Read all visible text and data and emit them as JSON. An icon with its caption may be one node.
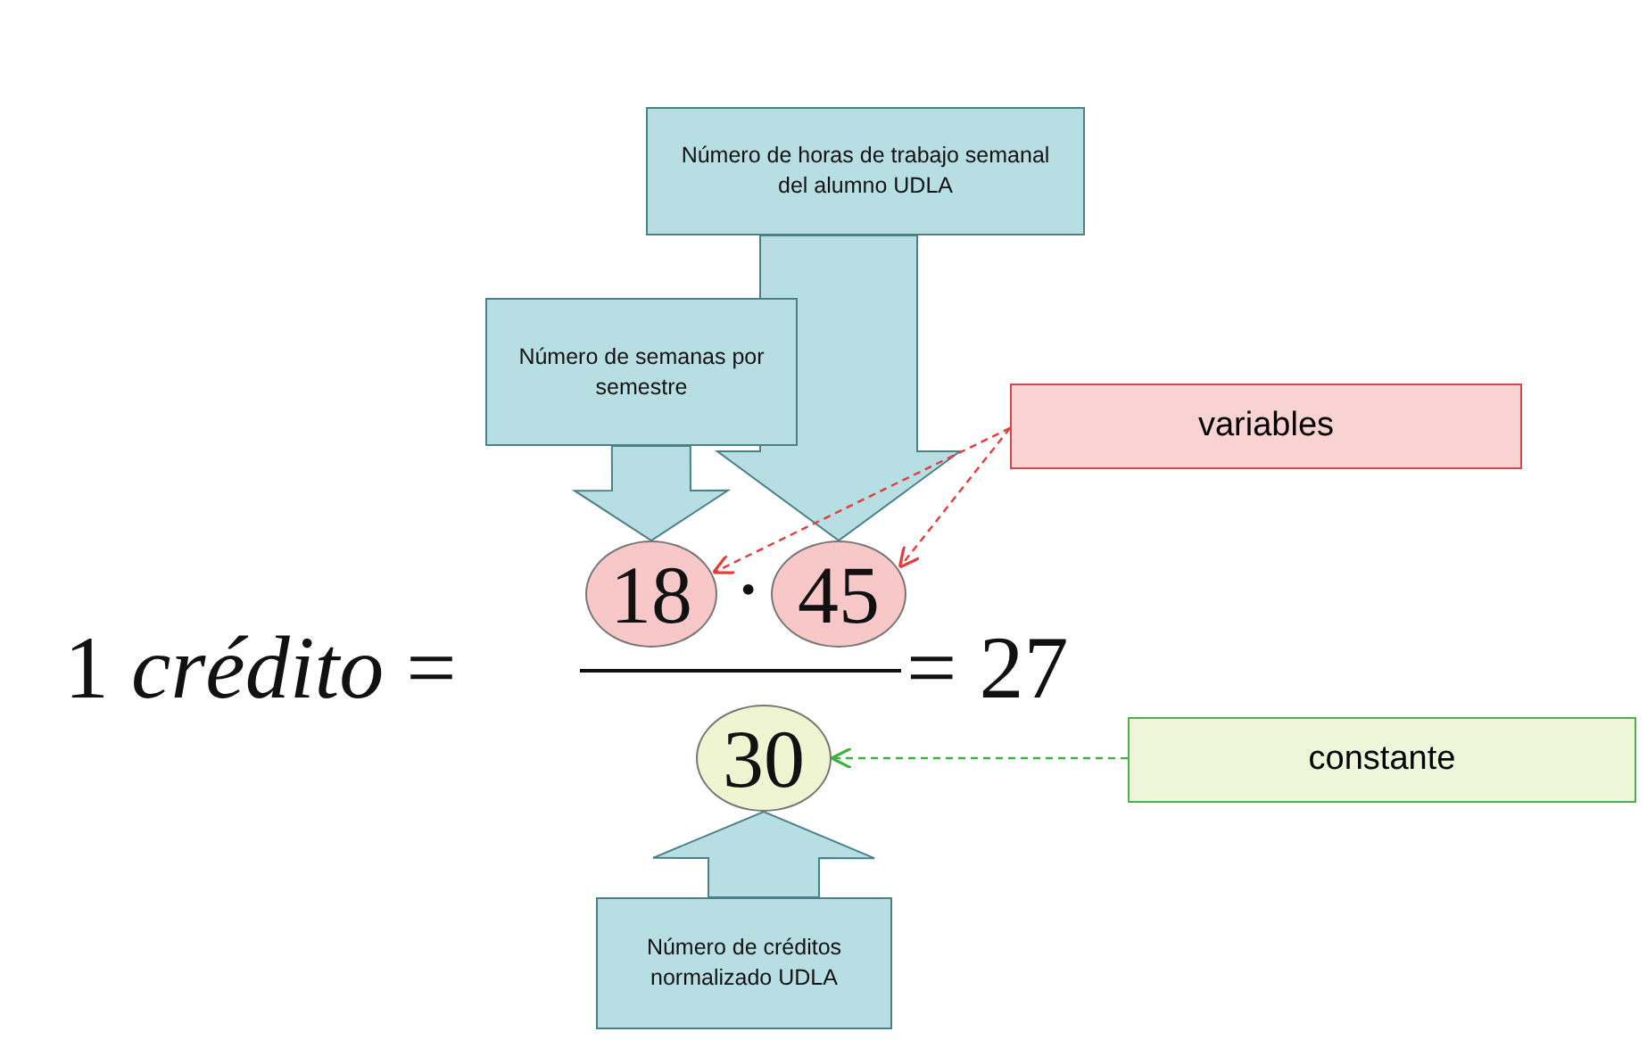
{
  "diagram": {
    "nodes": [
      {
        "text": [
          "Número de horas de trabajo semanal del alumno UDLA"
        ]
      },
      {
        "text": [
          "Número de semanas por semestre"
        ]
      },
      {
        "text": [
          "variables"
        ]
      },
      {
        "text": [
          "18"
        ]
      },
      {
        "text": [
          "45"
        ]
      },
      {
        "text": [
          "30"
        ]
      },
      {
        "text": [
          "constante"
        ]
      },
      {
        "text": [
          "Número de créditos normalizado UDLA"
        ]
      }
    ],
    "edges": [
      {
        "from": 0,
        "to": 4,
        "arrow": "to",
        "style": "thick"
      },
      {
        "from": 1,
        "to": 3,
        "arrow": "to",
        "style": "thick"
      },
      {
        "from": 2,
        "to": 3,
        "arrow": "to",
        "style": "dashed",
        "color": "#e83a3a"
      },
      {
        "from": 2,
        "to": 4,
        "arrow": "to",
        "style": "dashed",
        "color": "#e83a3a"
      },
      {
        "from": 6,
        "to": 5,
        "arrow": "to",
        "style": "dashed",
        "color": "#3cb43c"
      },
      {
        "from": 7,
        "to": 5,
        "arrow": "to",
        "style": "thick"
      }
    ],
    "labels": [
      "1 *crédito* =",
      "·",
      "= 27"
    ]
  }
}
